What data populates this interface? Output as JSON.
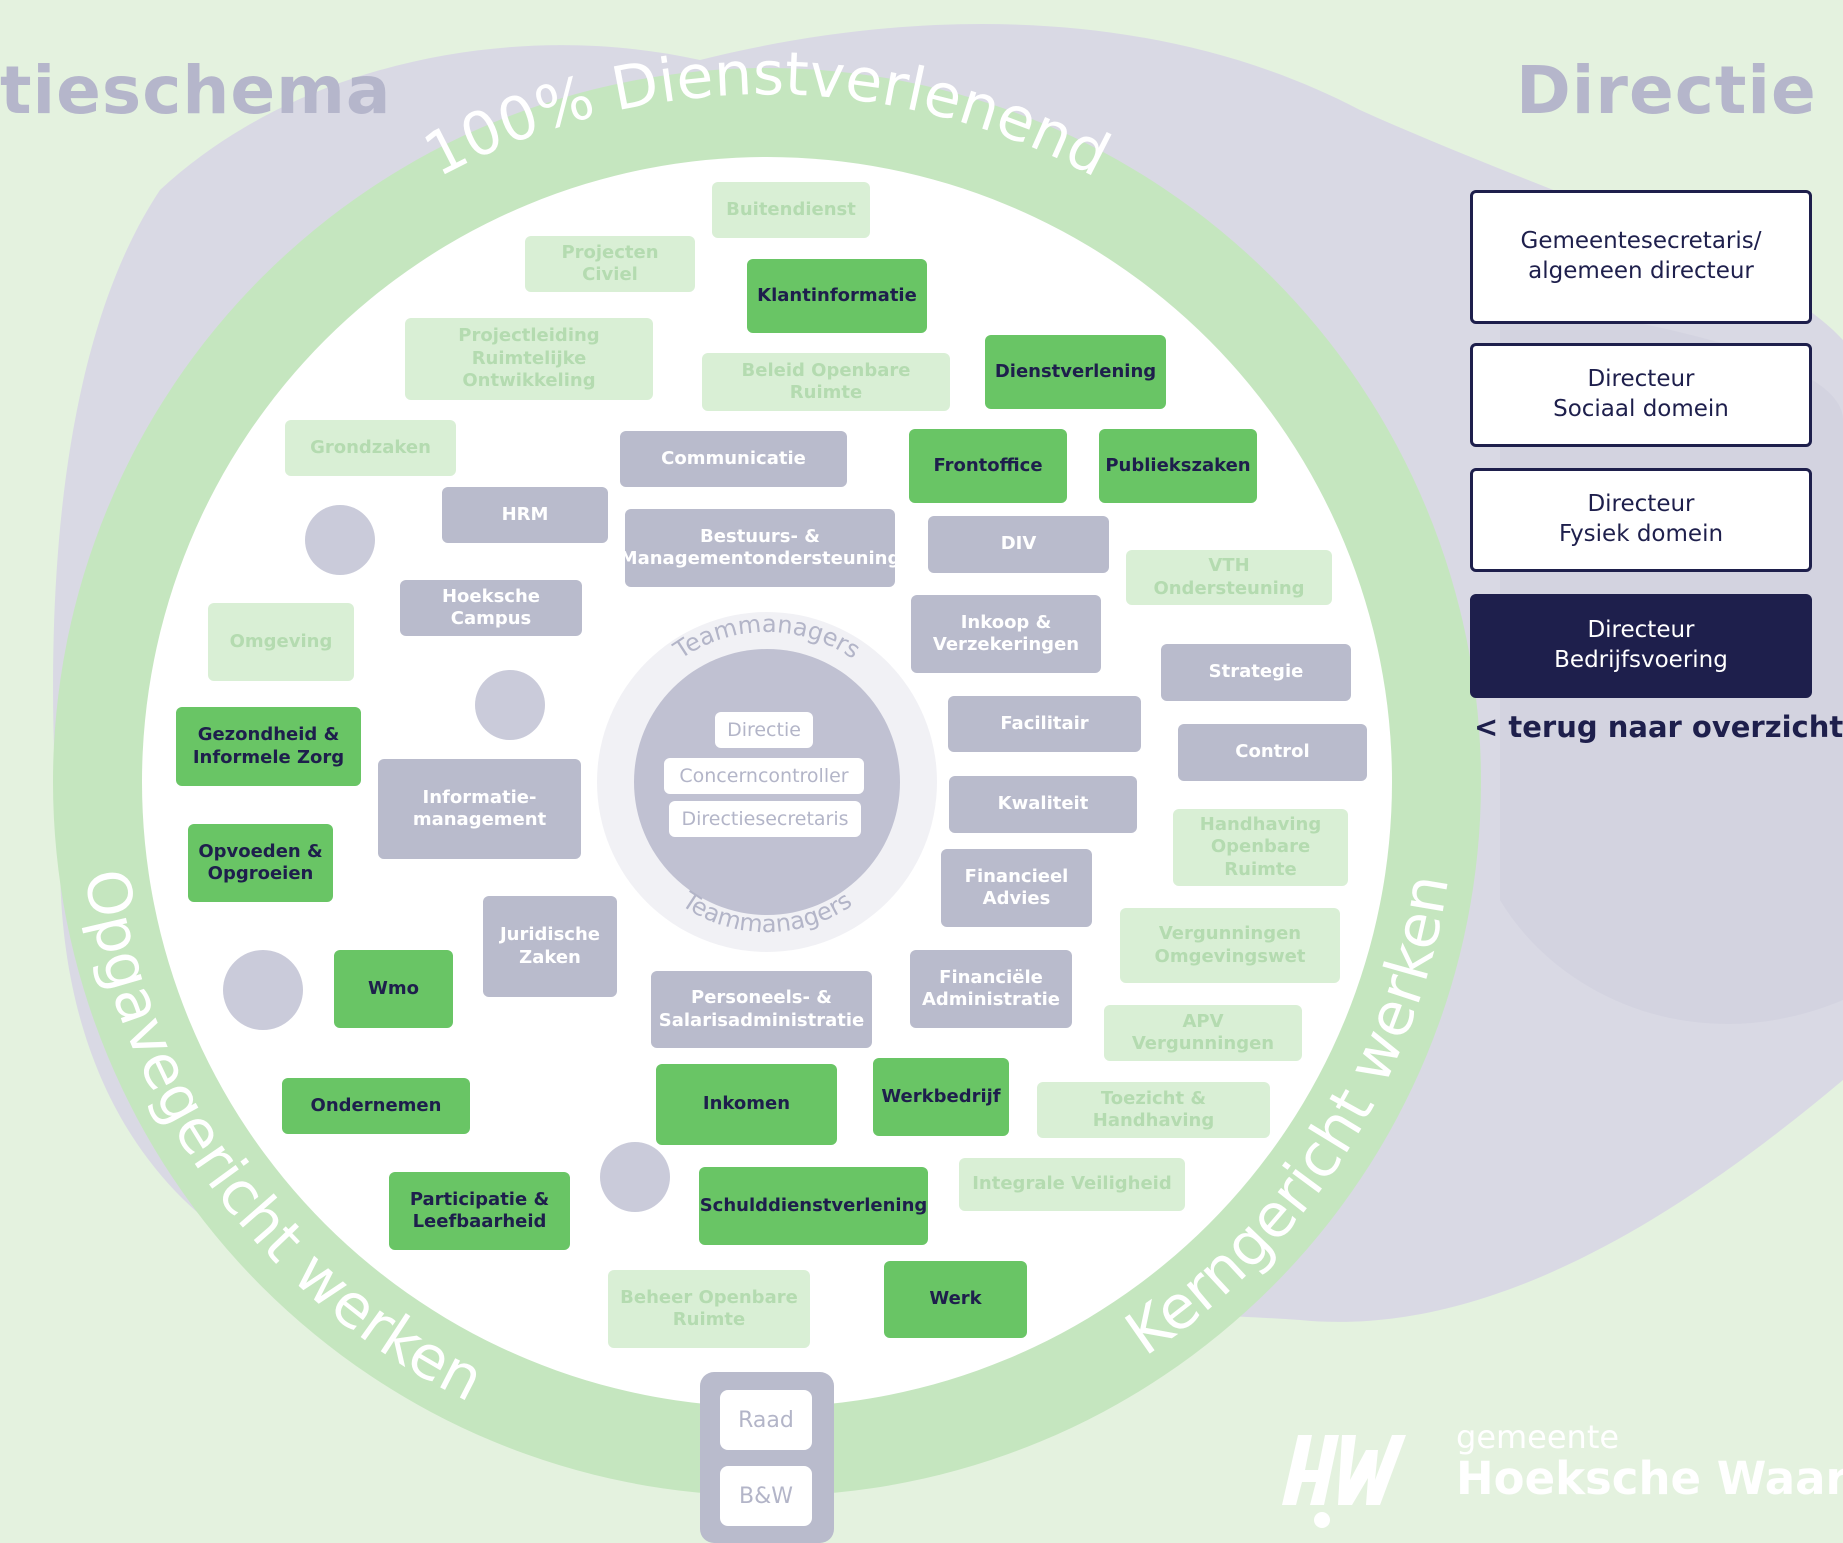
{
  "titles": {
    "left": "tieschema",
    "right": "Directie"
  },
  "ring": {
    "top": "100% Dienstverlenend",
    "left": "Opgavegericht werken",
    "right": "Kerngericht werken"
  },
  "colors": {
    "green": "#69c565",
    "light_green": "#d9efd5",
    "purple_gray": "#b9bbcc",
    "navy": "#1e1f4c",
    "ring_green": "#c5e6bf"
  },
  "core": {
    "arc_top": "Teammanagers",
    "arc_bottom": "Teammanagers",
    "labels": [
      "Directie",
      "Concerncontroller",
      "Directiesecretaris"
    ]
  },
  "bottom": [
    "Raad",
    "B&W"
  ],
  "teams": [
    {
      "label": "Buitendienst",
      "style": "light"
    },
    {
      "label": "Projecten Civiel",
      "style": "light"
    },
    {
      "label": "Klantinformatie",
      "style": "green"
    },
    {
      "label": "Projectleiding\nRuimtelijke Ontwikkeling",
      "style": "light"
    },
    {
      "label": "Beleid Openbare Ruimte",
      "style": "light"
    },
    {
      "label": "Dienstverlening",
      "style": "green"
    },
    {
      "label": "Grondzaken",
      "style": "light"
    },
    {
      "label": "Communicatie",
      "style": "purple"
    },
    {
      "label": "Frontoffice",
      "style": "green"
    },
    {
      "label": "Publiekszaken",
      "style": "green"
    },
    {
      "label": "HRM",
      "style": "purple"
    },
    {
      "label": "Bestuurs- &\nManagementondersteuning",
      "style": "purple"
    },
    {
      "label": "DIV",
      "style": "purple"
    },
    {
      "label": "VTH Ondersteuning",
      "style": "light"
    },
    {
      "label": "Hoeksche Campus",
      "style": "purple"
    },
    {
      "label": "Inkoop &\nVerzekeringen",
      "style": "purple"
    },
    {
      "label": "Omgeving",
      "style": "light"
    },
    {
      "label": "Strategie",
      "style": "purple"
    },
    {
      "label": "Facilitair",
      "style": "purple"
    },
    {
      "label": "Gezondheid &\nInformele Zorg",
      "style": "green"
    },
    {
      "label": "Control",
      "style": "purple"
    },
    {
      "label": "Informatie-\nmanagement",
      "style": "purple"
    },
    {
      "label": "Kwaliteit",
      "style": "purple"
    },
    {
      "label": "Handhaving\nOpenbare Ruimte",
      "style": "light"
    },
    {
      "label": "Opvoeden &\nOpgroeien",
      "style": "green"
    },
    {
      "label": "Financieel\nAdvies",
      "style": "purple"
    },
    {
      "label": "Juridische\nZaken",
      "style": "purple"
    },
    {
      "label": "Vergunningen\nOmgevingswet",
      "style": "light"
    },
    {
      "label": "Wmo",
      "style": "green"
    },
    {
      "label": "Financiële\nAdministratie",
      "style": "purple"
    },
    {
      "label": "Personeels- &\nSalarisadministratie",
      "style": "purple"
    },
    {
      "label": "APV Vergunningen",
      "style": "light"
    },
    {
      "label": "Ondernemen",
      "style": "green"
    },
    {
      "label": "Inkomen",
      "style": "green"
    },
    {
      "label": "Werkbedrijf",
      "style": "green"
    },
    {
      "label": "Toezicht & Handhaving",
      "style": "light"
    },
    {
      "label": "Integrale Veiligheid",
      "style": "light"
    },
    {
      "label": "Participatie &\nLeefbaarheid",
      "style": "green"
    },
    {
      "label": "Schulddienstverlening",
      "style": "green"
    },
    {
      "label": "Beheer Openbare\nRuimte",
      "style": "light"
    },
    {
      "label": "Werk",
      "style": "green"
    }
  ],
  "directors": [
    {
      "label": "Gemeentesecretaris/\nalgemeen directeur",
      "active": false
    },
    {
      "label": "Directeur\nSociaal domein",
      "active": false
    },
    {
      "label": "Directeur\nFysiek domein",
      "active": false
    },
    {
      "label": "Directeur\nBedrijfsvoering",
      "active": true
    }
  ],
  "back_link": "< terug naar overzicht",
  "logo": {
    "municipality": "gemeente",
    "name": "Hoeksche Waard",
    "mark": "HW"
  }
}
